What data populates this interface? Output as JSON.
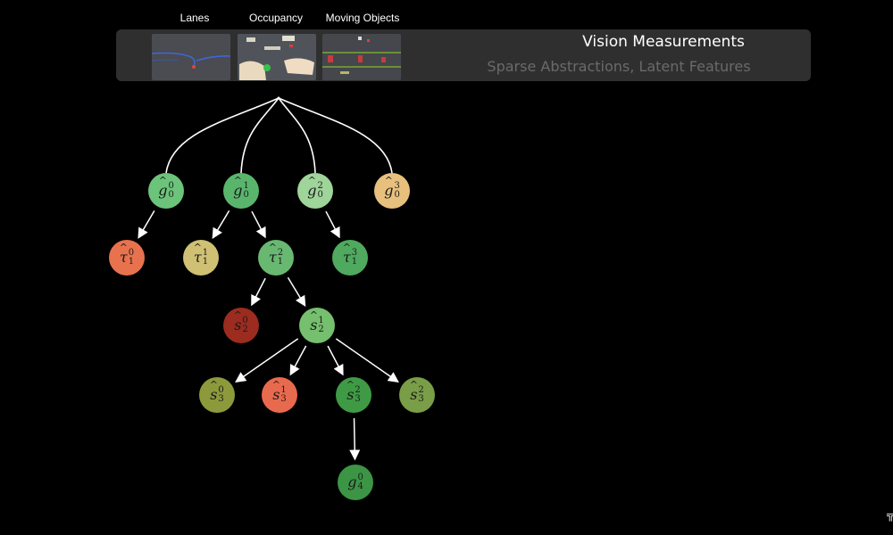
{
  "header": {
    "thumbnails": [
      {
        "label": "Lanes"
      },
      {
        "label": "Occupancy"
      },
      {
        "label": "Moving Objects"
      }
    ],
    "title": "Vision Measurements",
    "subtitle": "Sparse Abstractions, Latent Features"
  },
  "colors": {
    "background": "#000000",
    "banner": "#2f2f2f",
    "edge": "#ffffff"
  },
  "tree": {
    "nodes": [
      {
        "id": "g0-0",
        "base": "g",
        "hat": true,
        "sup": "0",
        "sub": "0",
        "color": "#6cc47a"
      },
      {
        "id": "g0-1",
        "base": "g",
        "hat": true,
        "sup": "1",
        "sub": "0",
        "color": "#5ab56c"
      },
      {
        "id": "g0-2",
        "base": "g",
        "hat": true,
        "sup": "2",
        "sub": "0",
        "color": "#9fd49a"
      },
      {
        "id": "g0-3",
        "base": "g",
        "hat": true,
        "sup": "3",
        "sub": "0",
        "color": "#e7c07e"
      },
      {
        "id": "t1-0",
        "base": "τ",
        "hat": true,
        "sup": "0",
        "sub": "1",
        "color": "#e8724e"
      },
      {
        "id": "t1-1",
        "base": "τ",
        "hat": true,
        "sup": "1",
        "sub": "1",
        "color": "#cfc073"
      },
      {
        "id": "t1-2",
        "base": "τ",
        "hat": true,
        "sup": "2",
        "sub": "1",
        "color": "#69b872"
      },
      {
        "id": "t1-3",
        "base": "τ",
        "hat": true,
        "sup": "3",
        "sub": "1",
        "color": "#4fa95e"
      },
      {
        "id": "s2-0",
        "base": "s",
        "hat": true,
        "sup": "0",
        "sub": "2",
        "color": "#9b2c1f"
      },
      {
        "id": "s2-1",
        "base": "s",
        "hat": true,
        "sup": "1",
        "sub": "2",
        "color": "#75bf6e"
      },
      {
        "id": "s3-0",
        "base": "s",
        "hat": true,
        "sup": "0",
        "sub": "3",
        "color": "#8c9a3c"
      },
      {
        "id": "s3-1",
        "base": "s",
        "hat": true,
        "sup": "1",
        "sub": "3",
        "color": "#e86a4e"
      },
      {
        "id": "s3-2",
        "base": "s",
        "hat": true,
        "sup": "2",
        "sub": "3",
        "color": "#3f9a45"
      },
      {
        "id": "s3-2b",
        "base": "s",
        "hat": true,
        "sup": "2",
        "sub": "3",
        "color": "#7a9d48"
      },
      {
        "id": "g4-0",
        "base": "g",
        "hat": false,
        "sup": "0",
        "sub": "4",
        "color": "#3b9545"
      }
    ],
    "edges": [
      {
        "from": "root",
        "to": "g0-0"
      },
      {
        "from": "root",
        "to": "g0-1"
      },
      {
        "from": "root",
        "to": "g0-2"
      },
      {
        "from": "root",
        "to": "g0-3"
      },
      {
        "from": "g0-0",
        "to": "t1-0"
      },
      {
        "from": "g0-1",
        "to": "t1-1"
      },
      {
        "from": "g0-1",
        "to": "t1-2"
      },
      {
        "from": "g0-2",
        "to": "t1-3"
      },
      {
        "from": "t1-2",
        "to": "s2-0"
      },
      {
        "from": "t1-2",
        "to": "s2-1"
      },
      {
        "from": "s2-1",
        "to": "s3-0"
      },
      {
        "from": "s2-1",
        "to": "s3-1"
      },
      {
        "from": "s2-1",
        "to": "s3-2"
      },
      {
        "from": "s2-1",
        "to": "s3-2b"
      },
      {
        "from": "s3-2",
        "to": "g4-0"
      }
    ]
  }
}
